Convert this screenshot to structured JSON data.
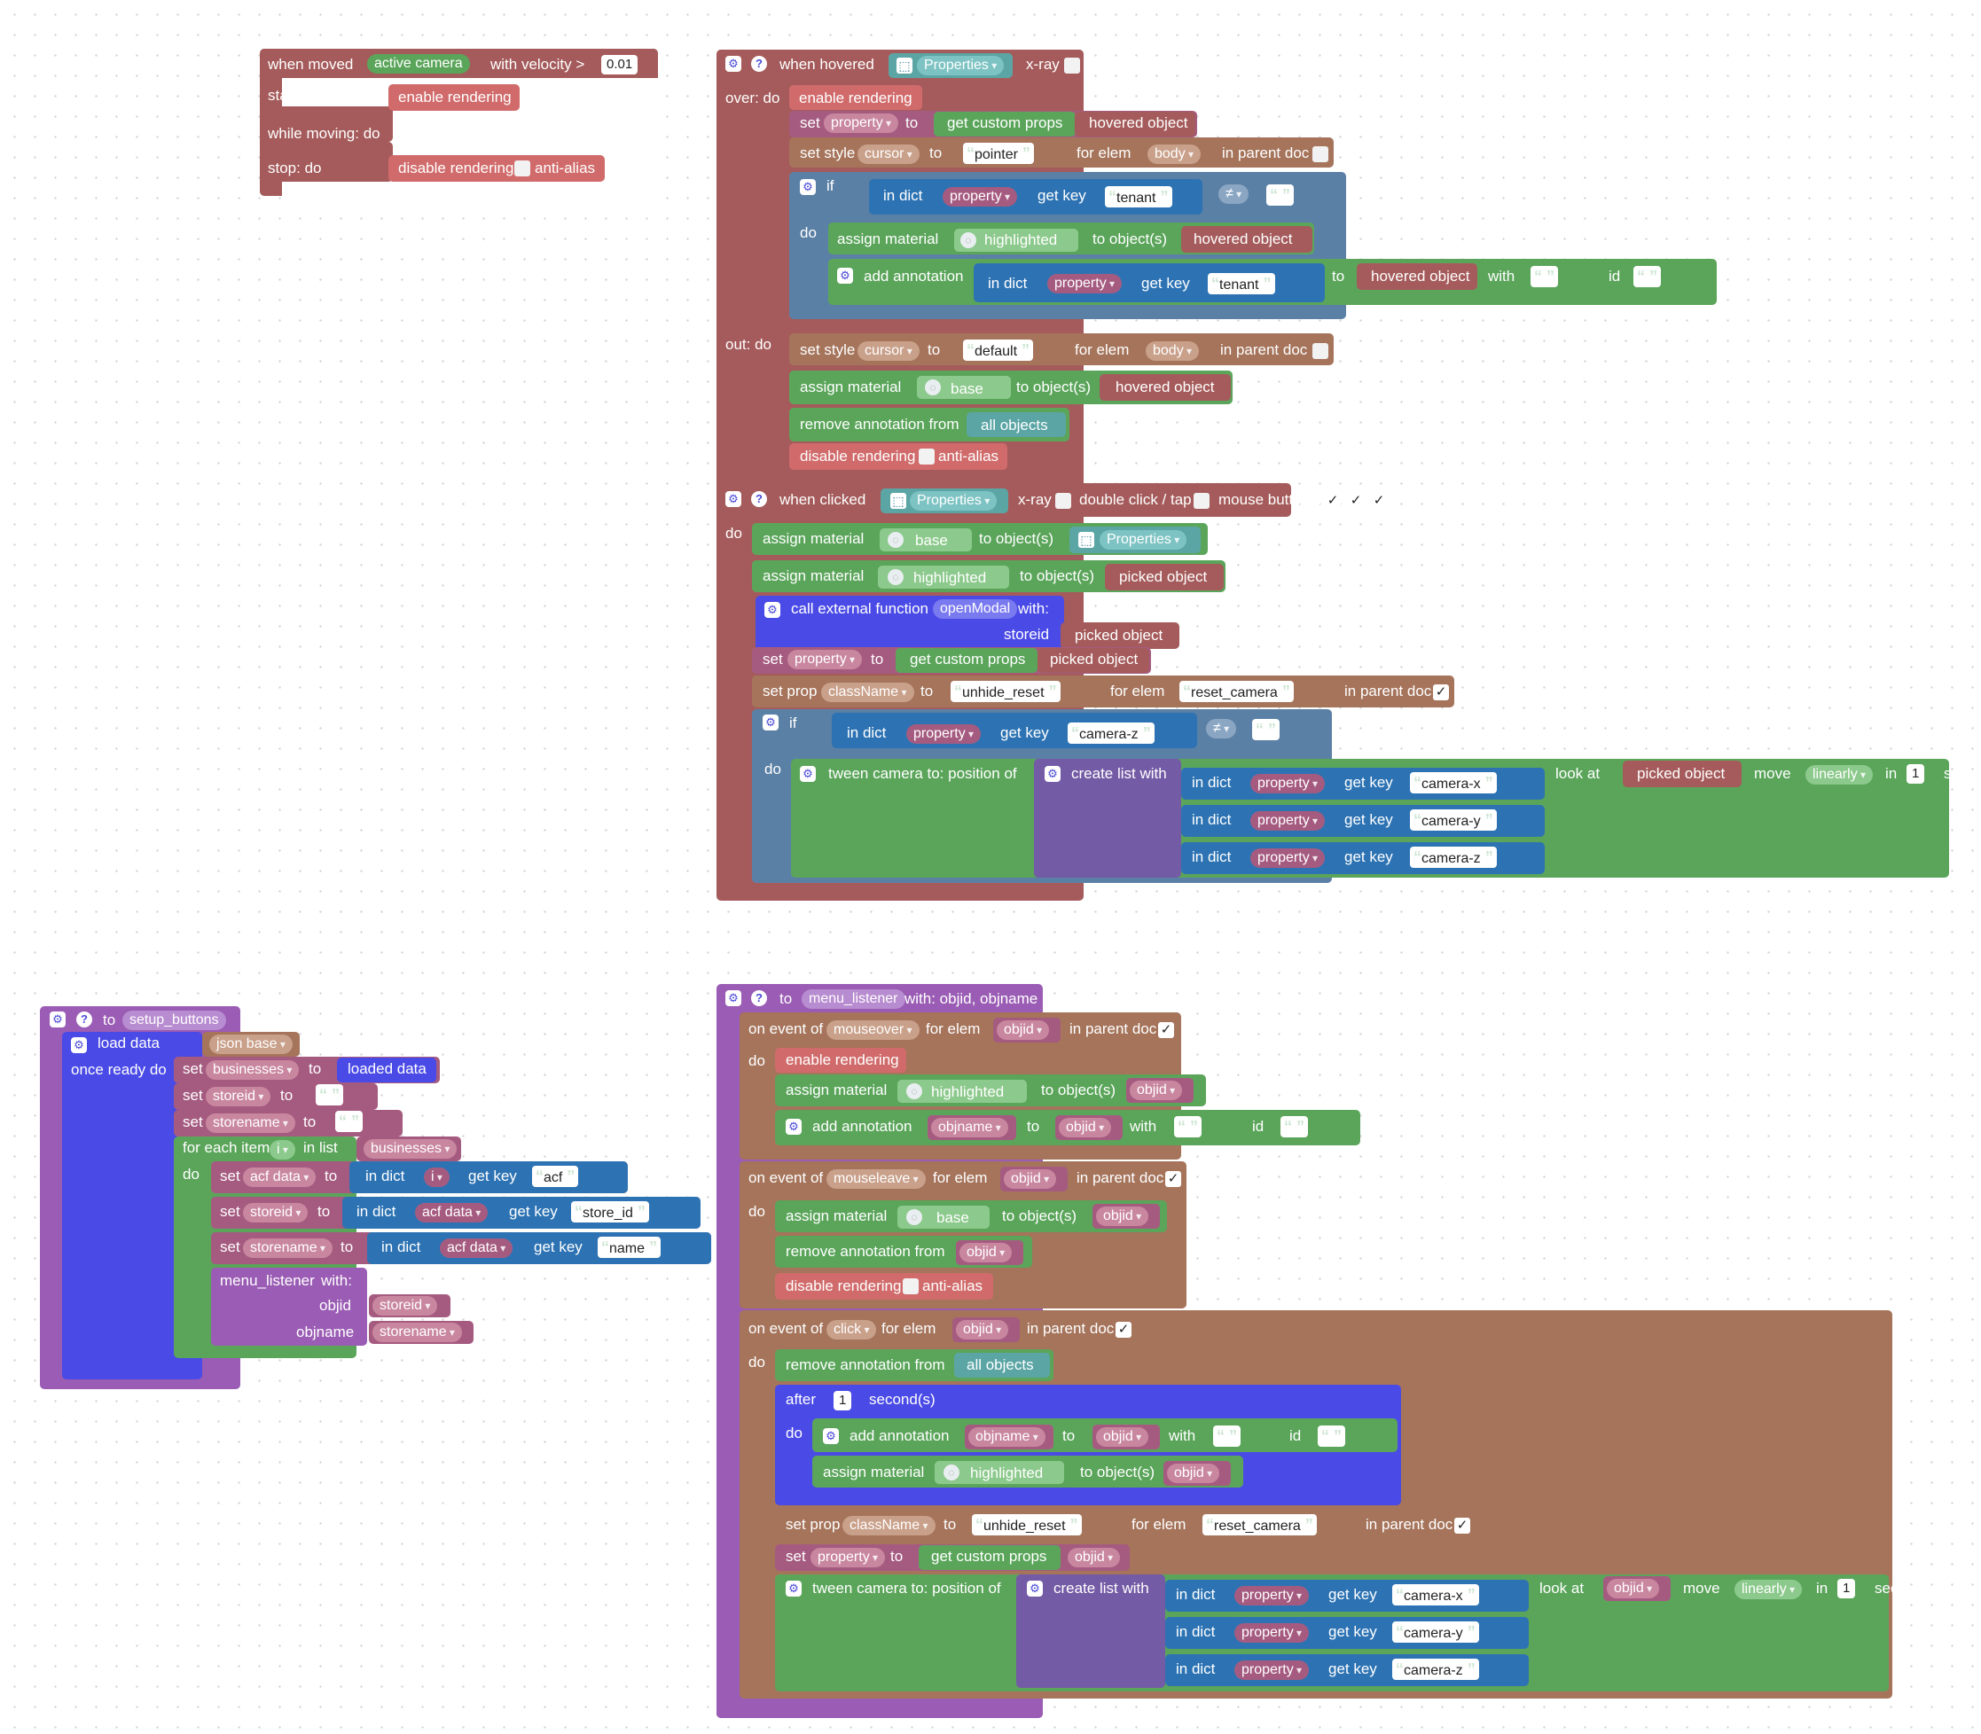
{
  "colors": {
    "event": "#a55b5b",
    "render": "#d16b6b",
    "props": "#a5745b",
    "material": "#5ba55b",
    "dict": "#2d73b3",
    "logic": "#5b80a5",
    "text": "#5ba58c",
    "objects": "#5ba5a5",
    "variable": "#a55b80",
    "procedure": "#9a5cb4",
    "external": "#4a4ae6",
    "list": "#745ba5"
  },
  "icons": {
    "gear": "⚙",
    "help": "?",
    "material": "◌",
    "object": "⬚",
    "check": "✓"
  },
  "b1": {
    "when_moved": "when moved",
    "active_camera": "active camera",
    "with_velocity": "with velocity >",
    "velocity": "0.01",
    "start_do": "start: do",
    "enable_rendering": "enable rendering",
    "while_moving_do": "while moving: do",
    "stop_do": "stop: do",
    "disable_rendering": "disable rendering",
    "anti_alias": "anti-alias"
  },
  "b2": {
    "when_hovered": "when hovered",
    "properties": "Properties",
    "xray": "x-ray",
    "over_do": "over: do",
    "enable_rendering": "enable rendering",
    "set": "set",
    "property": "property",
    "to": "to",
    "get_custom_props": "get custom props",
    "hovered_object": "hovered object",
    "set_style": "set style",
    "cursor": "cursor",
    "pointer": "pointer",
    "for_elem": "for elem",
    "body": "body",
    "in_parent_doc": "in parent doc",
    "if": "if",
    "in_dict": "in dict",
    "get_key": "get key",
    "tenant": "tenant",
    "neq": "≠",
    "do": "do",
    "assign_material": "assign material",
    "highlighted": "highlighted",
    "to_objects": "to object(s)",
    "add_annotation": "add annotation",
    "with": "with",
    "id": "id",
    "out_do": "out: do",
    "default": "default",
    "base": "base",
    "remove_annotation_from": "remove annotation from",
    "all_objects": "all objects",
    "disable_rendering": "disable rendering",
    "anti_alias": "anti-alias"
  },
  "b3": {
    "when_clicked": "when clicked",
    "properties": "Properties",
    "xray": "x-ray",
    "double_click": "double click / tap",
    "mouse_buttons": "mouse buttons:",
    "do": "do",
    "assign_material": "assign material",
    "base": "base",
    "to_objects": "to object(s)",
    "highlighted": "highlighted",
    "picked_object": "picked object",
    "call_external": "call external function",
    "open_modal": "openModal",
    "with": "with:",
    "storeid": "storeid",
    "set": "set",
    "property": "property",
    "to": "to",
    "get_custom_props": "get custom props",
    "set_prop": "set prop",
    "classname": "className",
    "unhide_reset": "unhide_reset",
    "for_elem": "for elem",
    "reset_camera": "reset_camera",
    "in_parent_doc": "in parent doc",
    "if": "if",
    "in_dict": "in dict",
    "get_key": "get key",
    "camera_z": "camera-z",
    "camera_x": "camera-x",
    "camera_y": "camera-y",
    "neq": "≠",
    "tween_camera": "tween camera to:  position of",
    "create_list": "create list with",
    "look_at": "look at",
    "move": "move",
    "linearly": "linearly",
    "in": "in",
    "one": "1",
    "sec": "sec"
  },
  "b4": {
    "to": "to",
    "setup_buttons": "setup_buttons",
    "load_data": "load data",
    "json_base": "json base",
    "once_ready_do": "once ready do",
    "set": "set",
    "businesses": "businesses",
    "loaded_data": "loaded data",
    "storeid": "storeid",
    "storename": "storename",
    "for_each_item": "for each item",
    "i": "i",
    "in_list": "in list",
    "do": "do",
    "acf_data": "acf data",
    "in_dict": "in dict",
    "get_key": "get key",
    "acf": "acf",
    "store_id": "store_id",
    "name": "name",
    "menu_listener": "menu_listener",
    "with": "with:",
    "objid": "objid",
    "objname": "objname"
  },
  "b5": {
    "to": "to",
    "menu_listener": "menu_listener",
    "params": "with: objid, objname",
    "on_event_of": "on event of",
    "mouseover": "mouseover",
    "for_elem": "for elem",
    "objid": "objid",
    "in_parent_doc": "in parent doc",
    "do": "do",
    "enable_rendering": "enable rendering",
    "assign_material": "assign material",
    "highlighted": "highlighted",
    "to_objects": "to object(s)",
    "add_annotation": "add annotation",
    "objname": "objname",
    "to2": "to",
    "with": "with",
    "id": "id",
    "mouseleave": "mouseleave",
    "base": "base",
    "remove_annotation_from": "remove annotation from",
    "disable_rendering": "disable rendering",
    "anti_alias": "anti-alias",
    "click": "click",
    "all_objects": "all objects",
    "after": "after",
    "one": "1",
    "seconds": "second(s)",
    "set_prop": "set prop",
    "classname": "className",
    "unhide_reset": "unhide_reset",
    "reset_camera": "reset_camera",
    "set": "set",
    "property": "property",
    "get_custom_props": "get custom props",
    "tween_camera": "tween camera to:  position of",
    "create_list": "create list with",
    "in_dict": "in dict",
    "get_key": "get key",
    "camera_x": "camera-x",
    "camera_y": "camera-y",
    "camera_z": "camera-z",
    "look_at": "look at",
    "move": "move",
    "linearly": "linearly",
    "in": "in",
    "sec": "sec"
  }
}
